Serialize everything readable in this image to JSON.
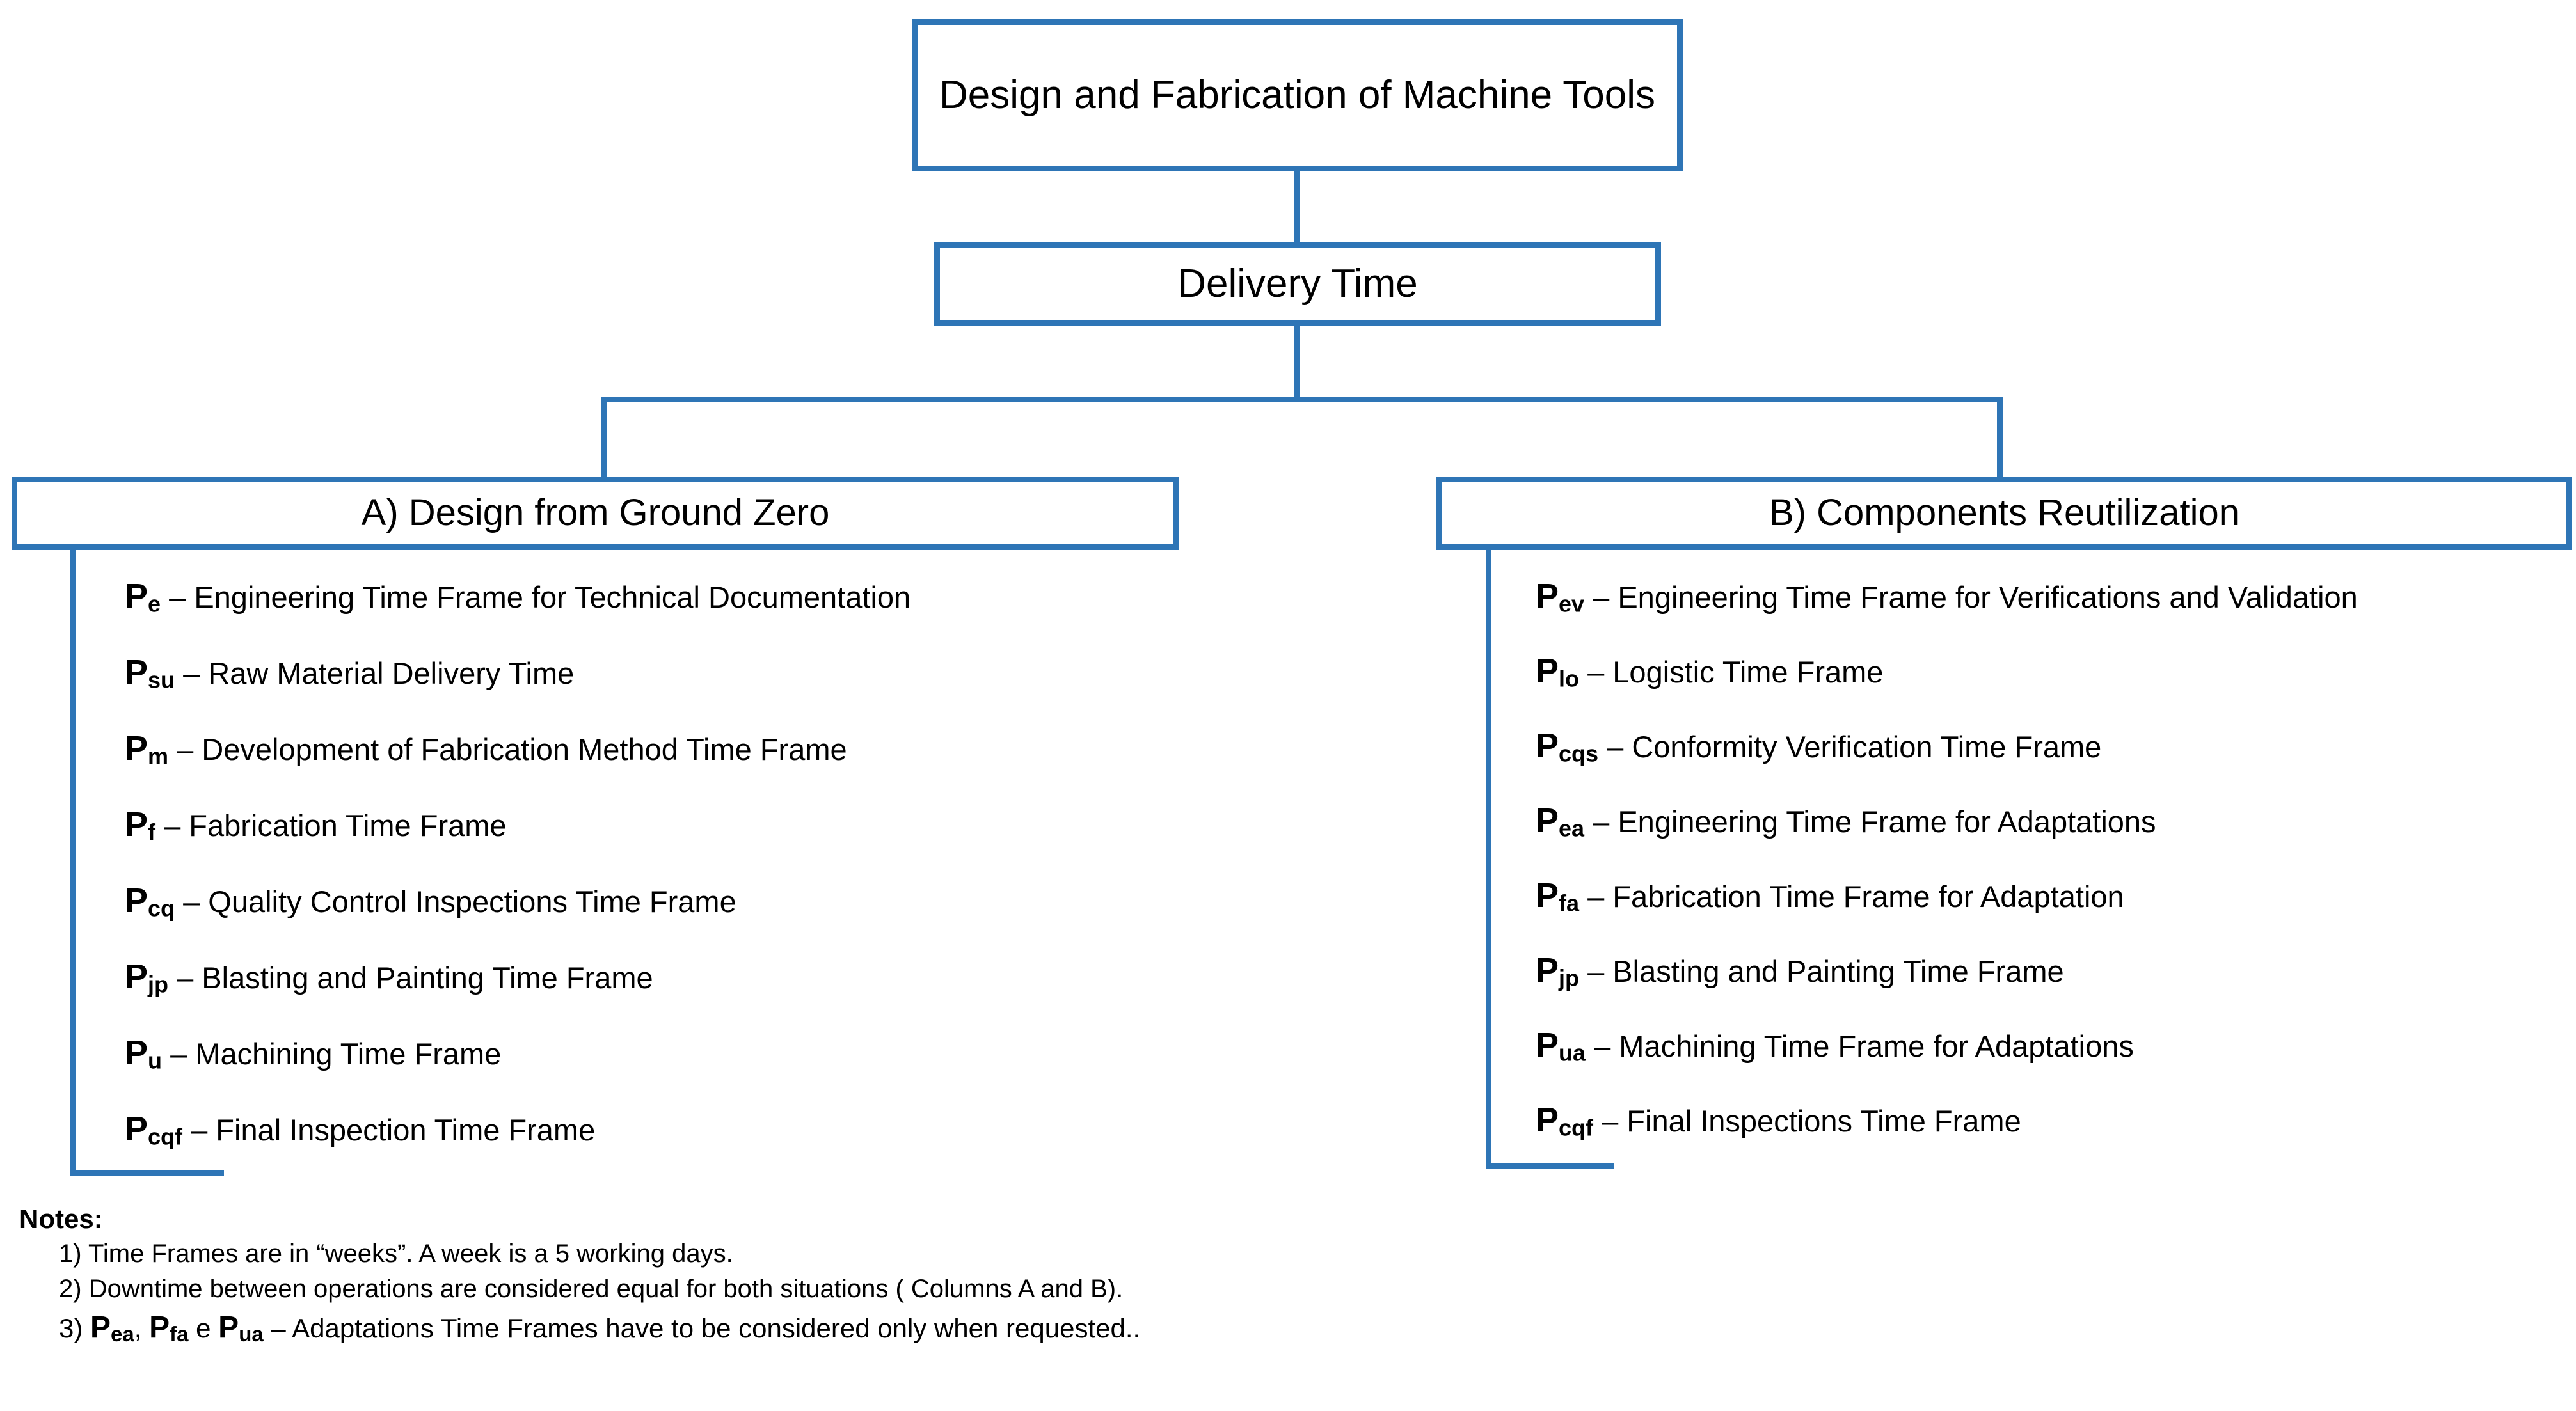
{
  "diagram": {
    "root": {
      "title": "Design and Fabrication of Machine Tools"
    },
    "delivery": {
      "title": "Delivery Time"
    },
    "branches": [
      {
        "id": "a",
        "header": "A) Design from Ground Zero",
        "items": [
          {
            "symbol": "P",
            "subscript": "e",
            "separator": "–",
            "description": "Engineering Time Frame for Technical Documentation"
          },
          {
            "symbol": "P",
            "subscript": "su",
            "separator": "–",
            "description": "Raw Material Delivery Time"
          },
          {
            "symbol": "P",
            "subscript": "m",
            "separator": "–",
            "description": "Development of Fabrication Method Time Frame"
          },
          {
            "symbol": "P",
            "subscript": "f",
            "separator": "–",
            "description": "Fabrication Time Frame"
          },
          {
            "symbol": "P",
            "subscript": "cq",
            "separator": "–",
            "description": "Quality Control Inspections Time Frame"
          },
          {
            "symbol": "P",
            "subscript": "jp",
            "separator": "–",
            "description": "Blasting and Painting Time Frame"
          },
          {
            "symbol": "P",
            "subscript": "u",
            "separator": "–",
            "description": "Machining Time Frame"
          },
          {
            "symbol": "P",
            "subscript": "cqf",
            "separator": "–",
            "description": "Final Inspection Time Frame"
          }
        ]
      },
      {
        "id": "b",
        "header": "B) Components Reutilization",
        "items": [
          {
            "symbol": "P",
            "subscript": "ev",
            "separator": "–",
            "description": "Engineering Time Frame for Verifications and Validation"
          },
          {
            "symbol": "P",
            "subscript": "lo",
            "separator": "–",
            "description": "Logistic Time Frame"
          },
          {
            "symbol": "P",
            "subscript": "cqs",
            "separator": "–",
            "description": "Conformity Verification Time Frame"
          },
          {
            "symbol": "P",
            "subscript": "ea",
            "separator": "–",
            "description": "Engineering Time Frame for Adaptations"
          },
          {
            "symbol": "P",
            "subscript": "fa",
            "separator": "–",
            "description": "Fabrication Time Frame for Adaptation"
          },
          {
            "symbol": "P",
            "subscript": "jp",
            "separator": "–",
            "description": "Blasting and Painting Time Frame"
          },
          {
            "symbol": "P",
            "subscript": "ua",
            "separator": "–",
            "description": "Machining Time Frame for Adaptations"
          },
          {
            "symbol": "P",
            "subscript": "cqf",
            "separator": "–",
            "description": "Final Inspections Time Frame"
          }
        ]
      }
    ]
  },
  "notes": {
    "title": "Notes:",
    "lines": [
      {
        "number": "1)",
        "text": "Time Frames are in “weeks”. A week is a 5 working days."
      },
      {
        "number": "2)",
        "text": "Downtime between operations are considered equal for both situations ( Columns A and B)."
      }
    ],
    "note3": {
      "number": "3)",
      "symbols": [
        {
          "symbol": "P",
          "subscript": "ea"
        },
        {
          "symbol": "P",
          "subscript": "fa"
        },
        {
          "symbol": "P",
          "subscript": "ua"
        }
      ],
      "comma": ",",
      "conjunction": "e",
      "separator": "–",
      "text": "Adaptations Time Frames have to be considered only when requested.."
    }
  },
  "colors": {
    "accent": "#2E75B6",
    "text": "#000000",
    "background": "#FFFFFF"
  }
}
